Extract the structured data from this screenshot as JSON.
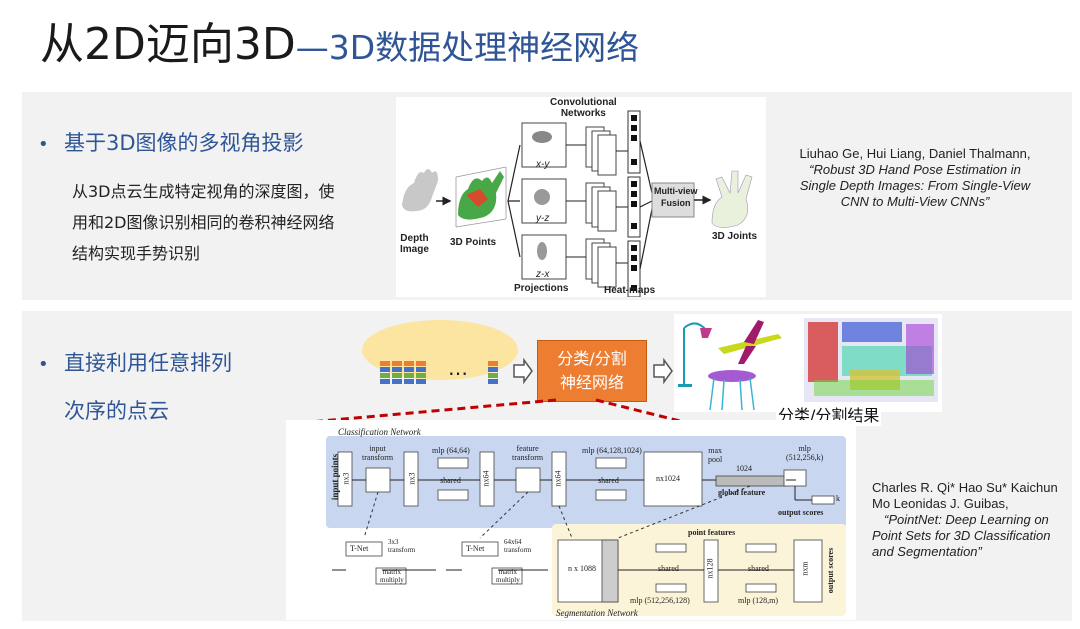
{
  "title": {
    "main": "从2D迈向3D",
    "sub": "—3D数据处理神经网络"
  },
  "section1": {
    "bullet": "基于3D图像的多视角投影",
    "body_lines": [
      "从3D点云生成特定视角的深度图，使",
      "用和2D图像识别相同的卷积神经网络",
      "结构实现手势识别"
    ],
    "figure": {
      "depth_image": "Depth\nImage",
      "points": "3D Points",
      "conv": "Convolutional\nNetworks",
      "proj": "Projections",
      "heat": "Heat-maps",
      "fusion": "Multi-view\nFusion",
      "joints": "3D Joints",
      "xy": "x-y",
      "yz": "y-z",
      "zx": "z-x"
    },
    "citation": {
      "authors": "Liuhao Ge, Hui Liang, Daniel Thalmann,",
      "title_lines": [
        "“Robust 3D Hand Pose Estimation in",
        "Single Depth Images: From Single-View",
        "CNN to Multi-View CNNs”"
      ]
    }
  },
  "section2": {
    "bullet_lines": [
      "直接利用任意排列",
      "次序的点云"
    ],
    "box_lines": [
      "分类/分割",
      "神经网络"
    ],
    "ellipsis": "…",
    "result_label": "分类/分割结果",
    "network": {
      "cls_title": "Classification Network",
      "seg_title": "Segmentation Network",
      "input_points": "input points",
      "nx3a": "nx3",
      "input_transform": "input\ntransform",
      "nx3b": "nx3",
      "mlp1": "mlp (64,64)",
      "shared1": "shared",
      "nx64a": "nx64",
      "feature_transform": "feature\ntransform",
      "nx64b": "nx64",
      "mlp2": "mlp (64,128,1024)",
      "shared2": "shared",
      "nx1024": "nx1024",
      "maxpool": "max\npool",
      "n1024": "1024",
      "global_feature": "global feature",
      "mlp3": "mlp\n(512,256,k)",
      "output_scores": "output scores",
      "k": "k",
      "tnet1": "T-Net",
      "t1": "3x3\ntransform",
      "mm1": "matrix\nmultiply",
      "tnet2": "T-Net",
      "t2": "64x64\ntransform",
      "mm2": "matrix\nmultiply",
      "point_features": "point features",
      "n1088": "n  x 1088",
      "shared3": "shared",
      "nx128": "nx128",
      "shared4": "shared",
      "nxm": "nxm",
      "output_scores2": "output scores",
      "mlp4": "mlp (512,256,128)",
      "mlp5": "mlp (128,m)"
    },
    "citation": {
      "authors_lines": [
        "Charles R. Qi* Hao Su* Kaichun",
        "Mo Leonidas J. Guibas,"
      ],
      "title_lines": [
        "“PointNet: Deep Learning on",
        "Point Sets for 3D Classification",
        "and Segmentation”"
      ]
    }
  },
  "colors": {
    "title_blue": "#2f5597",
    "orange_box": "#ed7d31",
    "ellipse": "#fbe5a0",
    "panel": "#f2f2f2",
    "red_dash": "#c00000",
    "cls_bg": "#c9d6ef",
    "seg_bg": "#fcf4d9"
  }
}
